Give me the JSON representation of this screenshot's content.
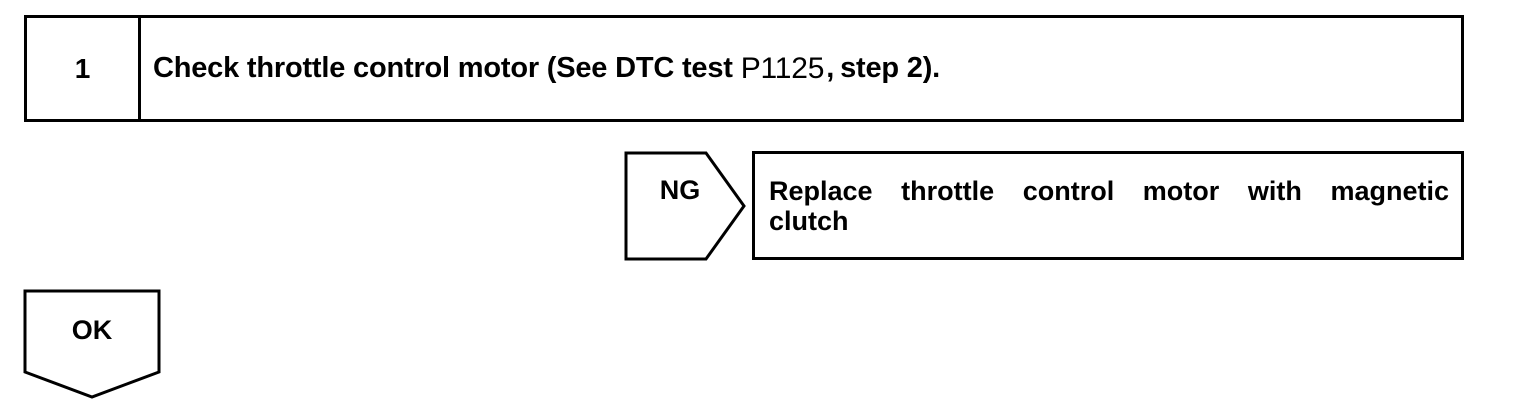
{
  "step": {
    "number": "1",
    "text_before": "Check throttle control motor (See DTC test",
    "dtc_code": "P1125",
    "separator": ",",
    "text_after": "step 2)."
  },
  "ng_branch": {
    "label": "NG",
    "result_line1": "Replace throttle control motor with magnetic",
    "result_line2": "clutch"
  },
  "ok_branch": {
    "label": "OK"
  }
}
